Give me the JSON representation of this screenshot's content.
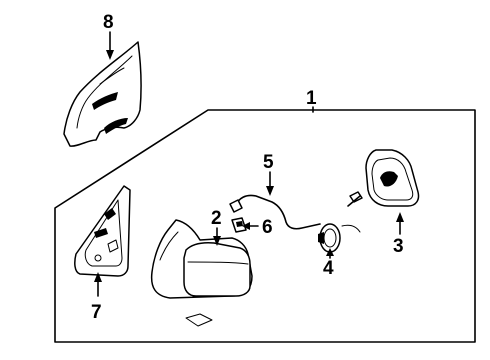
{
  "callouts": {
    "c1": "1",
    "c2": "2",
    "c3": "3",
    "c4": "4",
    "c5": "5",
    "c6": "6",
    "c7": "7",
    "c8": "8"
  },
  "parts": [
    {
      "ref": "1",
      "icon": "mirror-assembly-outline"
    },
    {
      "ref": "2",
      "icon": "mirror-housing-icon"
    },
    {
      "ref": "3",
      "icon": "mirror-glass-icon"
    },
    {
      "ref": "4",
      "icon": "motor-actuator-icon"
    },
    {
      "ref": "5",
      "icon": "wire-harness-icon"
    },
    {
      "ref": "6",
      "icon": "connector-icon"
    },
    {
      "ref": "7",
      "icon": "inner-cover-icon"
    },
    {
      "ref": "8",
      "icon": "window-glass-icon"
    }
  ]
}
